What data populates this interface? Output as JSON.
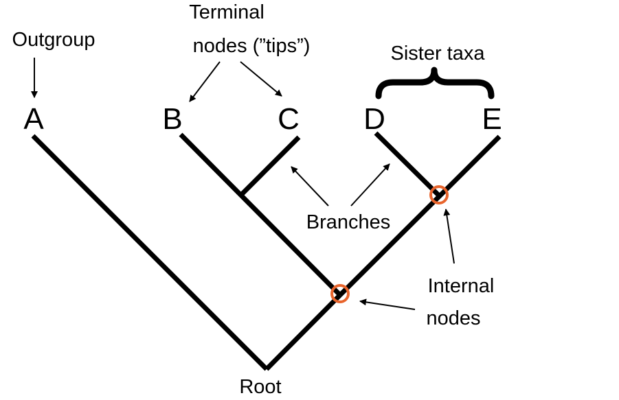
{
  "tips": {
    "a": "A",
    "b": "B",
    "c": "C",
    "d": "D",
    "e": "E"
  },
  "annotations": {
    "outgroup": "Outgroup",
    "terminal_line1": "Terminal",
    "terminal_line2": "nodes (”tips”)",
    "sister_taxa": "Sister taxa",
    "branches": "Branches",
    "internal_line1": "Internal",
    "internal_line2": "nodes",
    "root": "Root"
  },
  "colors": {
    "tree": "#000000",
    "node_marker": "#e8642c"
  }
}
